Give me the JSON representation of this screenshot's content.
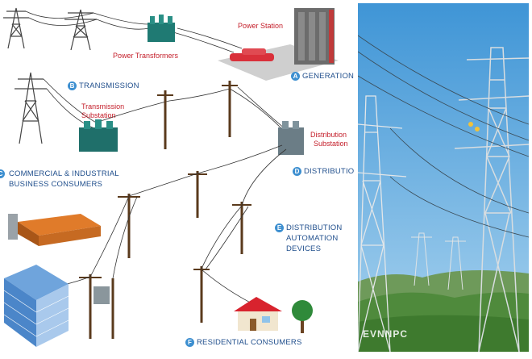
{
  "labels": {
    "power_station": "Power Station",
    "power_transformers": "Power Transformers",
    "transmission_substation_1": "Transmission",
    "transmission_substation_2": "Substation",
    "distribution_substation_1": "Distribution",
    "distribution_substation_2": "Substation",
    "generation": "GENERATION",
    "transmission": "TRANSMISSION",
    "distribution": "DISTRIBUTIO",
    "commercial_1": "COMMERCIAL & INDUSTRIAL",
    "commercial_2": "BUSINESS CONSUMERS",
    "automation_1": "DISTRIBUTION",
    "automation_2": "AUTOMATION",
    "automation_3": "DEVICES",
    "residential": "RESIDENTIAL CONSUMERS"
  },
  "badges": {
    "a": "A",
    "b": "B",
    "c": "C",
    "d": "D",
    "e": "E",
    "f": "F"
  },
  "photo": {
    "watermark": "EVNNPC"
  },
  "colors": {
    "red_label": "#c41e2a",
    "blue_label": "#1f4e8c",
    "badge": "#3d8fd0",
    "sky": "#5aa7df"
  }
}
